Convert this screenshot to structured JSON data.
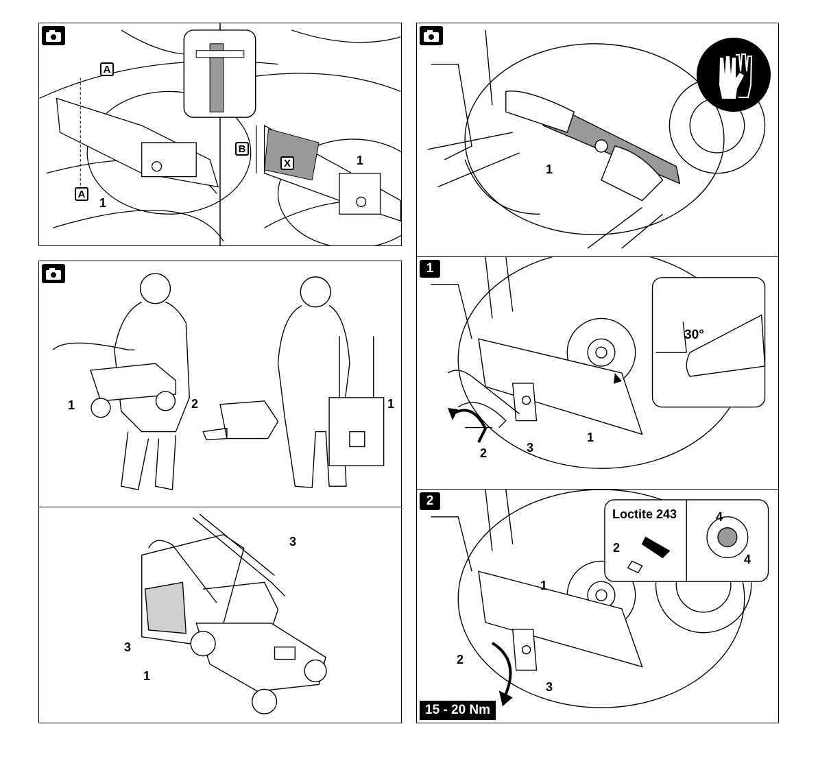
{
  "panels": {
    "p1": {
      "labels": {
        "a_top": "A",
        "a_bottom": "A",
        "b": "B",
        "x": "X",
        "n1_left": "1",
        "n1_right": "1"
      }
    },
    "p2": {
      "labels": {
        "n1": "1"
      }
    },
    "p3": {
      "step": "1",
      "labels": {
        "n1": "1",
        "n2": "2",
        "n3": "3",
        "angle": "30°"
      }
    },
    "p4": {
      "labels": {
        "n1": "1",
        "n2": "2",
        "n1_right": "1"
      }
    },
    "p5": {
      "labels": {
        "n3_top": "3",
        "n3_left": "3",
        "n1": "1"
      }
    },
    "p6": {
      "step": "2",
      "labels": {
        "n1": "1",
        "n2": "2",
        "n3": "3",
        "n2_inset": "2",
        "n4_top": "4",
        "n4_bottom": "4",
        "loctite": "Loctite 243"
      },
      "torque": "15 - 20 Nm"
    }
  },
  "icons": [
    "camera-icon",
    "gloves-icon",
    "caliper-icon",
    "rotate-arrow-icon"
  ]
}
